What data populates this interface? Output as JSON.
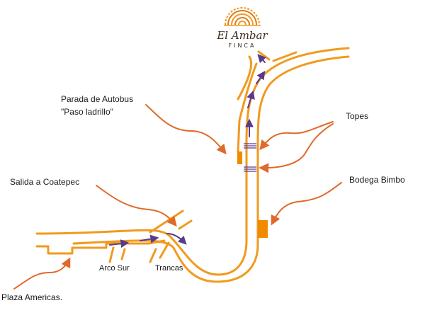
{
  "logo": {
    "name": "El Ambar",
    "subtitle": "FINCA"
  },
  "labels": {
    "parada_line1": "Parada de Autobus",
    "parada_line2": "\"Paso ladrillo\"",
    "topes": "Topes",
    "salida": "Salida a Coatepec",
    "bodega": "Bodega Bimbo",
    "arco_sur": "Arco Sur",
    "trancas": "Trancas",
    "plaza": "Plaza Americas."
  },
  "colors": {
    "road": "#f19a1e",
    "pointer": "#e06a2a",
    "route": "#5a3a8a",
    "marker": "#f18a00"
  }
}
